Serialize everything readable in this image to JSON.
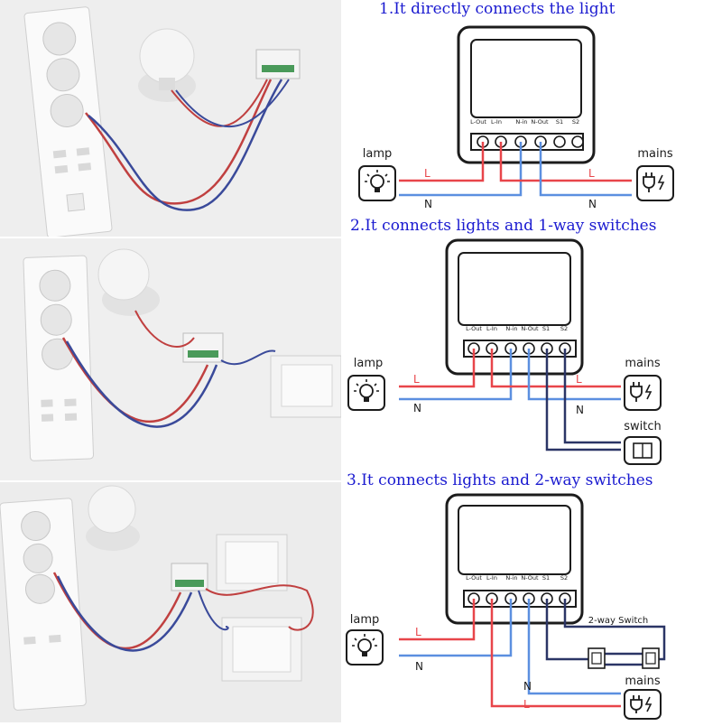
{
  "headings": [
    "1.It directly connects the light",
    "2.It connects lights and 1-way switches",
    "3.It connects lights and 2-way switches"
  ],
  "terminals": [
    "L-Out",
    "L-In",
    "N-in",
    "N-Out",
    "S1",
    "S2"
  ],
  "labels": {
    "lamp": "lamp",
    "mains": "mains",
    "switch": "switch",
    "two_way_switch": "2-way Switch",
    "live": "L",
    "neutral": "N"
  },
  "colors": {
    "live": "#e8454a",
    "neutral": "#5b8fe0",
    "switch_wire": "#2b3566",
    "outline": "#1c1c1c",
    "heading": "#1a1ad0"
  }
}
